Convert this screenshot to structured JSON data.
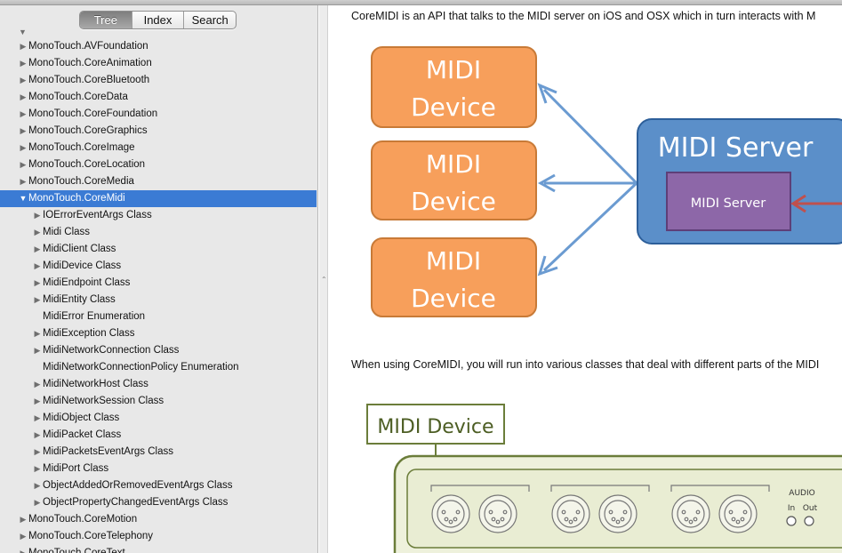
{
  "sidebar": {
    "tabs": [
      "Tree",
      "Index",
      "Search"
    ],
    "active_tab": "Tree",
    "items": [
      {
        "label": "MonoTouch.AVFoundation",
        "level": 1,
        "expander": "collapsed"
      },
      {
        "label": "MonoTouch.CoreAnimation",
        "level": 1,
        "expander": "collapsed"
      },
      {
        "label": "MonoTouch.CoreBluetooth",
        "level": 1,
        "expander": "collapsed"
      },
      {
        "label": "MonoTouch.CoreData",
        "level": 1,
        "expander": "collapsed"
      },
      {
        "label": "MonoTouch.CoreFoundation",
        "level": 1,
        "expander": "collapsed"
      },
      {
        "label": "MonoTouch.CoreGraphics",
        "level": 1,
        "expander": "collapsed"
      },
      {
        "label": "MonoTouch.CoreImage",
        "level": 1,
        "expander": "collapsed"
      },
      {
        "label": "MonoTouch.CoreLocation",
        "level": 1,
        "expander": "collapsed"
      },
      {
        "label": "MonoTouch.CoreMedia",
        "level": 1,
        "expander": "collapsed"
      },
      {
        "label": "MonoTouch.CoreMidi",
        "level": 1,
        "expander": "expanded",
        "selected": true
      },
      {
        "label": "IOErrorEventArgs Class",
        "level": 2,
        "expander": "collapsed"
      },
      {
        "label": "Midi Class",
        "level": 2,
        "expander": "collapsed"
      },
      {
        "label": "MidiClient Class",
        "level": 2,
        "expander": "collapsed"
      },
      {
        "label": "MidiDevice Class",
        "level": 2,
        "expander": "collapsed"
      },
      {
        "label": "MidiEndpoint Class",
        "level": 2,
        "expander": "collapsed"
      },
      {
        "label": "MidiEntity Class",
        "level": 2,
        "expander": "collapsed"
      },
      {
        "label": "MidiError Enumeration",
        "level": 2,
        "expander": "none"
      },
      {
        "label": "MidiException Class",
        "level": 2,
        "expander": "collapsed"
      },
      {
        "label": "MidiNetworkConnection Class",
        "level": 2,
        "expander": "collapsed"
      },
      {
        "label": "MidiNetworkConnectionPolicy Enumeration",
        "level": 2,
        "expander": "none"
      },
      {
        "label": "MidiNetworkHost Class",
        "level": 2,
        "expander": "collapsed"
      },
      {
        "label": "MidiNetworkSession Class",
        "level": 2,
        "expander": "collapsed"
      },
      {
        "label": "MidiObject Class",
        "level": 2,
        "expander": "collapsed"
      },
      {
        "label": "MidiPacket Class",
        "level": 2,
        "expander": "collapsed"
      },
      {
        "label": "MidiPacketsEventArgs Class",
        "level": 2,
        "expander": "collapsed"
      },
      {
        "label": "MidiPort Class",
        "level": 2,
        "expander": "collapsed"
      },
      {
        "label": "ObjectAddedOrRemovedEventArgs Class",
        "level": 2,
        "expander": "collapsed"
      },
      {
        "label": "ObjectPropertyChangedEventArgs Class",
        "level": 2,
        "expander": "collapsed"
      },
      {
        "label": "MonoTouch.CoreMotion",
        "level": 1,
        "expander": "collapsed"
      },
      {
        "label": "MonoTouch.CoreTelephony",
        "level": 1,
        "expander": "collapsed"
      },
      {
        "label": "MonoTouch.CoreText",
        "level": 1,
        "expander": "collapsed"
      }
    ]
  },
  "content": {
    "intro": "CoreMIDI is an API that talks to the MIDI server on iOS and OSX which in turn interacts with M",
    "classes_text": "When using CoreMIDI, you will run into various classes that deal with different parts of the MIDI",
    "diagram1": {
      "device_label_line1": "MIDI",
      "device_label_line2": "Device",
      "server_title": "MIDI Server",
      "server_inner": "MIDI Server",
      "colors": {
        "device_fill": "#f79f5b",
        "device_stroke": "#c87a37",
        "server_fill": "#5b8fc9",
        "server_stroke": "#2d5f9a",
        "inner_fill": "#8d67a8",
        "arrow": "#6b9bd1",
        "red_arrow": "#c0504d"
      }
    },
    "diagram2": {
      "device_label": "MIDI Device",
      "audio_label": "AUDIO",
      "in_label": "In",
      "out_label": "Out",
      "colors": {
        "border": "#6b7d3a",
        "panel_fill": "#eef1dc"
      }
    }
  }
}
